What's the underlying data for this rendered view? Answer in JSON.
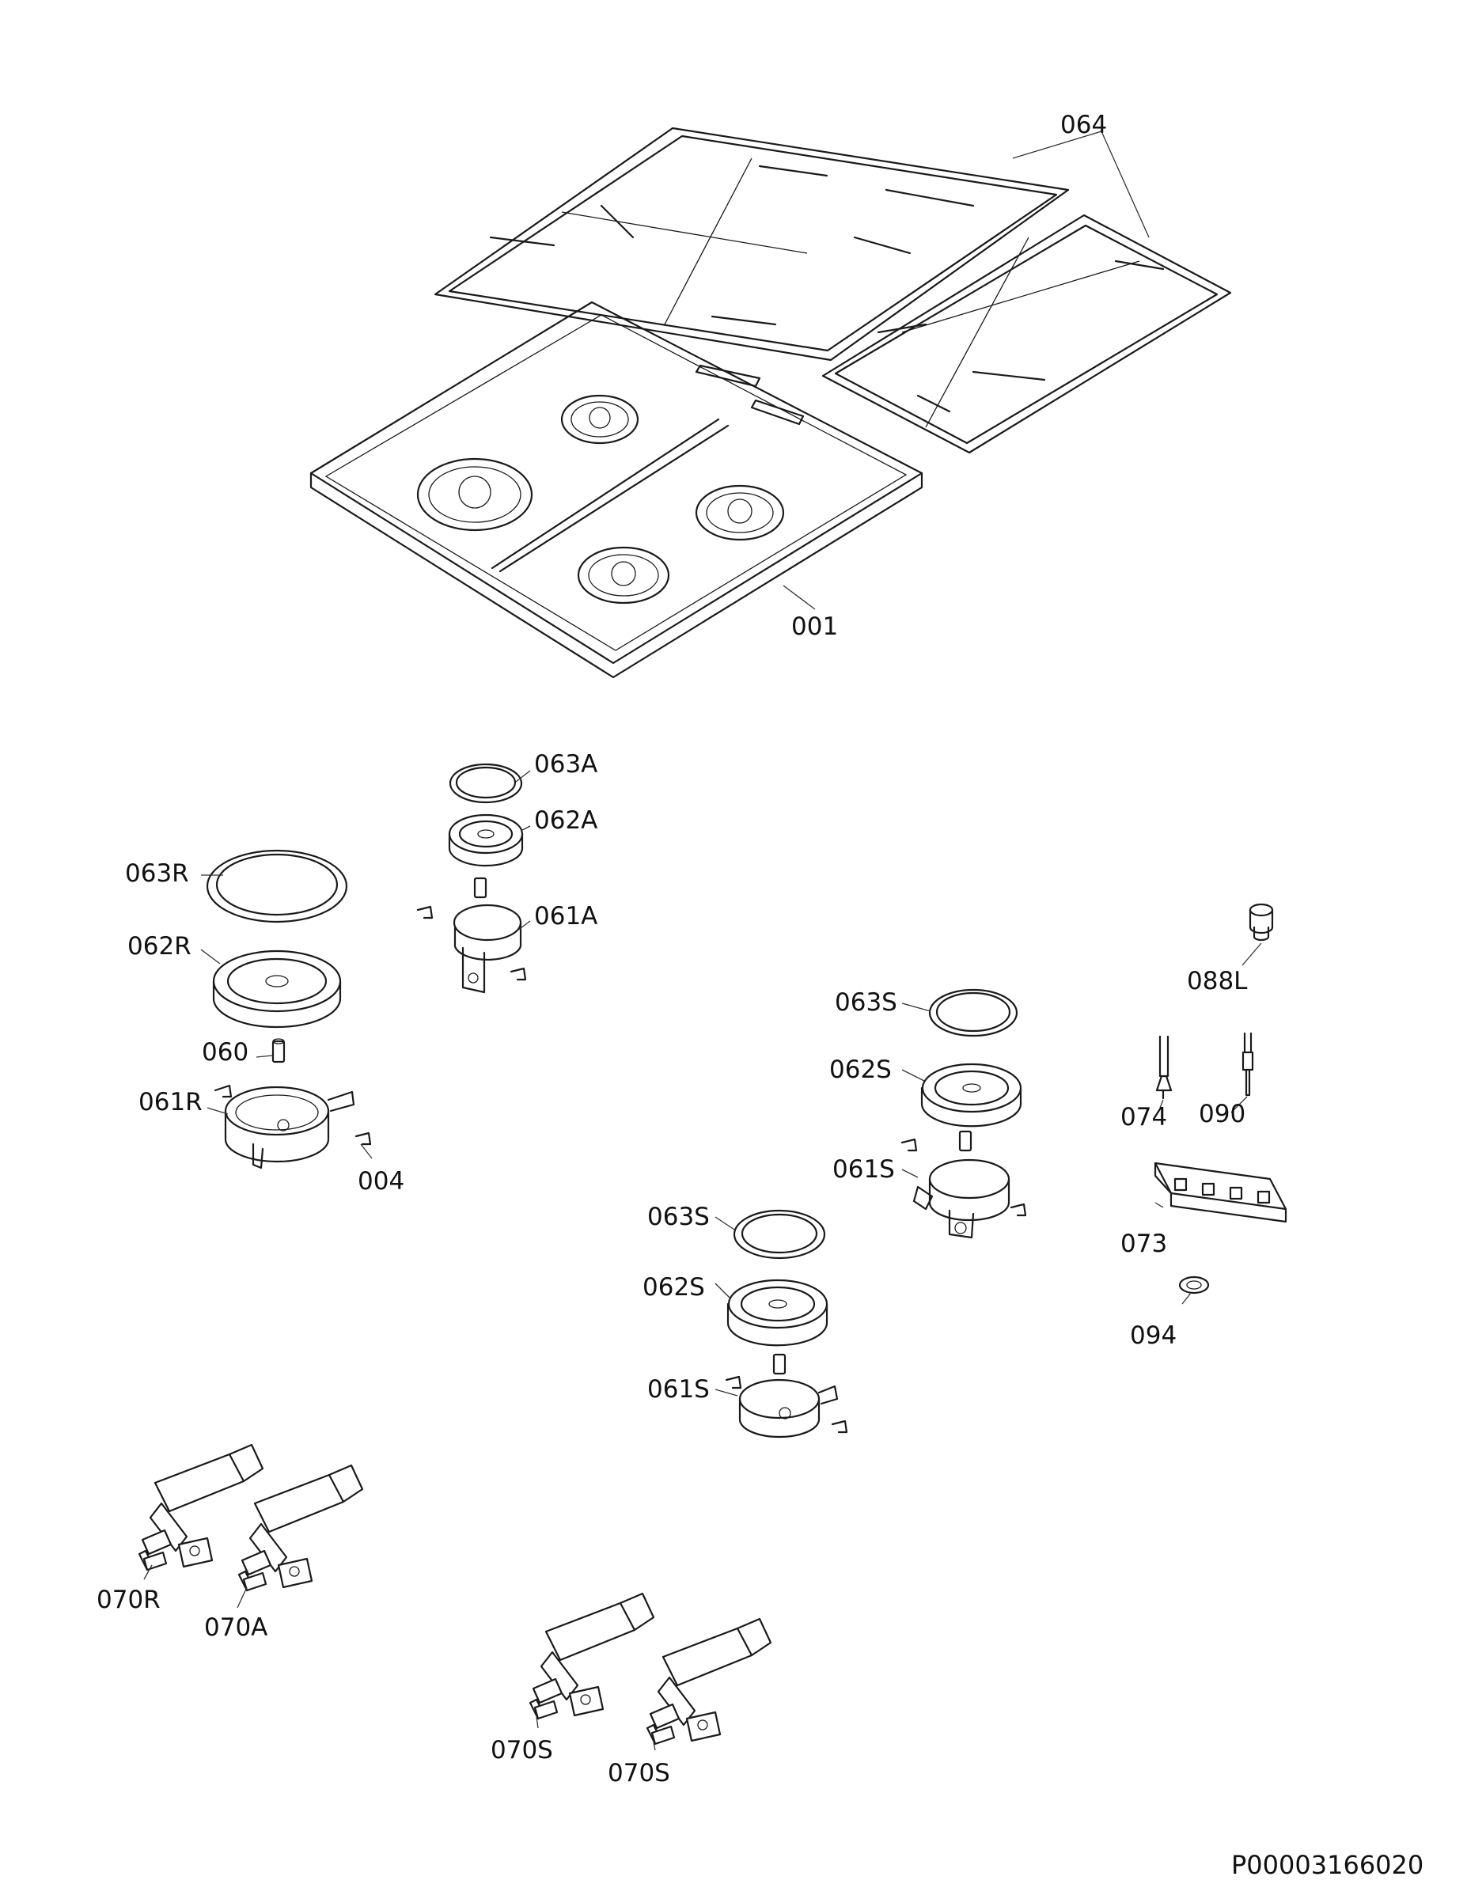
{
  "labels": {
    "l064": "064",
    "l001": "001",
    "l063A": "063A",
    "l062A": "062A",
    "l061A": "061A",
    "l063R": "063R",
    "l062R": "062R",
    "l060": "060",
    "l061R": "061R",
    "l004": "004",
    "l088L": "088L",
    "l063S_1": "063S",
    "l062S_1": "062S",
    "l061S_1": "061S",
    "l074": "074",
    "l090": "090",
    "l073": "073",
    "l063S_2": "063S",
    "l062S_2": "062S",
    "l061S_2": "061S",
    "l094": "094",
    "l070R": "070R",
    "l070A": "070A",
    "l070S_1": "070S",
    "l070S_2": "070S"
  },
  "document_number": "P00003166020",
  "colors": {
    "line": "#1a1a1a",
    "text": "#111111",
    "background": "#ffffff"
  }
}
